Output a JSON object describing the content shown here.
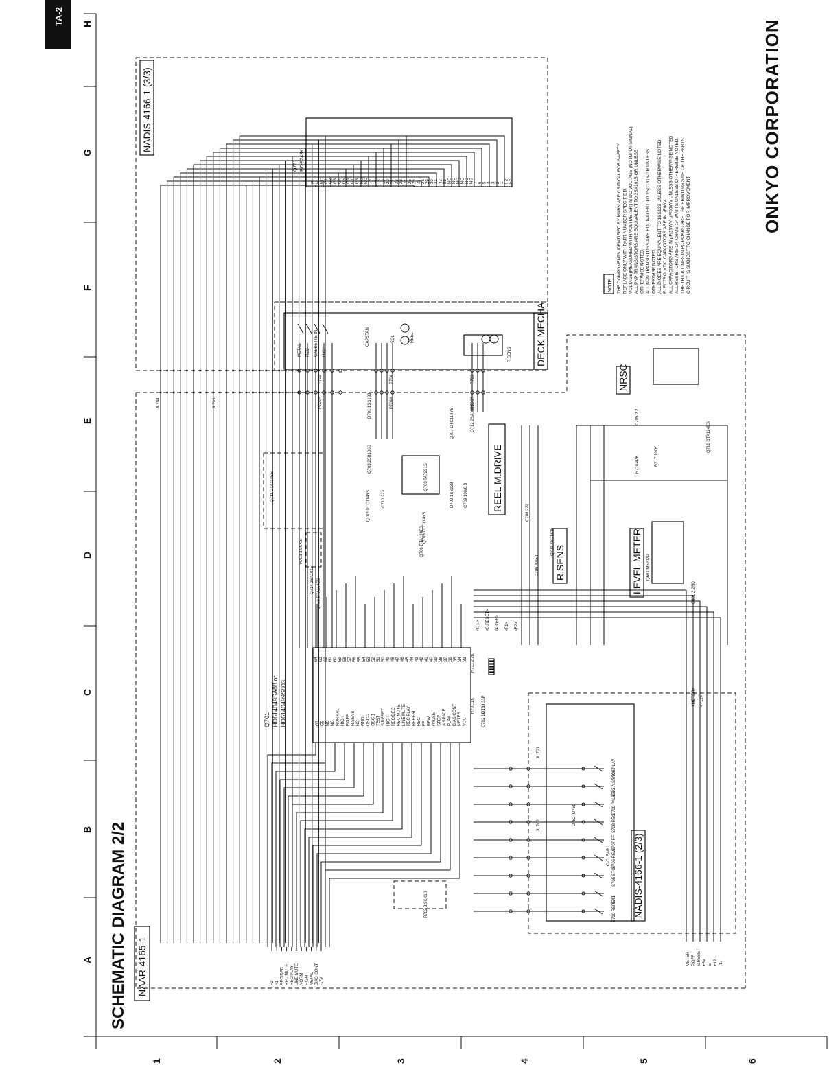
{
  "page": {
    "tab_label": "TA-2",
    "title": "SCHEMATIC DIAGRAM   2/2",
    "brand": "ONKYO CORPORATION"
  },
  "grid": {
    "columns": [
      "A",
      "B",
      "C",
      "D",
      "E",
      "F",
      "G",
      "H"
    ],
    "rows": [
      "1",
      "2",
      "3",
      "4",
      "5",
      "6"
    ]
  },
  "boards": {
    "naar": "NAAR-4165-1",
    "nadis_3_3": "NADIS-4166-1 (3/3)",
    "nadis_2_3": "NADIS-4166-1 (2/3)"
  },
  "blocks": {
    "deck_mecha": "DECK MECHA",
    "reel_m_drive": "REEL M.DRIVE",
    "r_sens": "R.SENS",
    "level_meter": "LEVEL METER",
    "nrsc": "NRSC"
  },
  "ics": {
    "q701_name": "Q701",
    "q701_part_a": "HD614049SA88 or",
    "q701_part_b": "HD6140499S803",
    "q721_name": "Q721",
    "q721_part": "BO-9243K",
    "q601_label": "Q601  M5202P",
    "q708_label": "Q708  TA7291S"
  },
  "components": {
    "q711": "Q711  DTA114ES",
    "q713": "Q713  DTA114ES",
    "q714": "Q714  2SA1015",
    "q702": "Q702  DTC114YS",
    "q703": "Q703  2SB1066",
    "q705": "Q705  DTC114YS",
    "q706": "Q706  DTA124ES",
    "q707": "Q707  DTC114YS",
    "q709": "Q709  2SC1815",
    "q710": "Q710  DTA124ES",
    "q712": "Q712  2SA1015",
    "r703": "R703  3.9KX5",
    "r702": "R702  3.9KX10",
    "r701": "R701  1K",
    "r711": "R711  2.2K",
    "r716": "R716  47K",
    "r717": "R717  100K",
    "c702": "C702  10/16",
    "c703": "C703  33P",
    "c705": "C705  2.2",
    "c706": "C706  47/50",
    "c708": "C708  222",
    "c709": "C709  100/6.3",
    "c710": "C710  223",
    "c601": "C601  2.2/50",
    "d701": "D701  1SS133",
    "d702": "D702  1SS133",
    "p702": "P702",
    "p703": "P703",
    "p704": "P704",
    "p705": "P705",
    "p702a": "P702A",
    "p703a": "P703A",
    "p704a": "P704A",
    "jl701": "JL 701",
    "jl702": "JL 702",
    "jl703": "JL703",
    "jl704": "JL704"
  },
  "switches": [
    "S704  PLAY",
    "S703  A.SPACE",
    "S709  PAUSE",
    "S708  REC",
    "S707  FF",
    "S706  REW",
    "S705  STOP",
    "S711",
    "S710  REPEAT"
  ],
  "switch_extra": [
    "D751",
    "D752",
    "C-CLEAR"
  ],
  "deck": {
    "sw_labels": [
      "METAL",
      "REC",
      "CASSETTE IN",
      "HIGH"
    ],
    "motor_labels": [
      "CAPSTAN",
      "SOL",
      "REEL"
    ],
    "sensor": "R.SENS"
  },
  "left_signals": [
    "F2",
    "F1",
    "REC/DEC",
    "REC MUTE",
    "REC/PLAY",
    "LINE MUTE",
    "NORM",
    "HIGH",
    "METAL",
    "BIAS CONT",
    "-17V"
  ],
  "bottom_signals": [
    "METER",
    "P.OFF",
    "S.RESET",
    "+5V",
    "E",
    "+12",
    "-17"
  ],
  "bus_signals": [
    "<P.T.>",
    "<S.RESET>",
    "<P.OFF>",
    "<F1>",
    "<F2>",
    "<METER>",
    "<+12>"
  ],
  "q721_pins": [
    "F1",
    "F1",
    "NC",
    "G1",
    "G2",
    "G3",
    "G4",
    "G5",
    "G6",
    "G7",
    "G8",
    "NC",
    "NC",
    "16",
    "17",
    "18",
    "19",
    "20",
    "21",
    "22",
    "23",
    "24",
    "25",
    "26",
    "27",
    "28",
    "29",
    "30",
    "31",
    "32",
    "33",
    "NC",
    "NC",
    "NC",
    "NC",
    "NC",
    "NC",
    "7",
    "6",
    "5",
    "4",
    "3",
    "2",
    "1",
    "F2",
    "F2"
  ],
  "q701_left_pins": [
    "G7",
    "G8",
    "NC",
    "NC",
    "NORMAL",
    "HIGH",
    "P.OFF",
    "R.SENS",
    "NC",
    "GND",
    "OSC-2",
    "OSC-1",
    "TEST",
    "S.RESET",
    "HIGH",
    "REC/DEC",
    "REC MUTE",
    "LINE MUTE",
    "REC PLAY",
    "REPEAT",
    "REC",
    "FF",
    "REW",
    "PAUSE",
    "STOP",
    "A.SPACE",
    "PLAY",
    "BIAS CONT",
    "METER",
    "VCC"
  ],
  "q701_right_pins": [
    "64",
    "63",
    "62",
    "61",
    "60",
    "59",
    "58",
    "57",
    "56",
    "55",
    "54",
    "53",
    "52",
    "51",
    "50",
    "49",
    "48",
    "47",
    "46",
    "45",
    "44",
    "43",
    "42",
    "41",
    "40",
    "39",
    "38",
    "37",
    "36",
    "35",
    "34",
    "33"
  ],
  "notes": {
    "heading": "NOTE",
    "lines": [
      "THE COMPONENTS IDENTIFIED BY MARK ARE CRITICAL FOR SAFETY.",
      "REPLACE ONLY WITH PART NUMBER SPECIFIED.",
      "VOLTAGE(MEASURED WITH VOLTMETER) IS DC VOLTAGE (NO INPUT SIGNAL)",
      "ALL PNP TRANSISTORS ARE EQUIVALENT TO 2SA1015-GR UNLESS",
      "OTHERWISE NOTED.",
      "ALL NPN TRANSISTORS ARE EQUIVALENT TO 2SC1815-GR UNLESS",
      "OTHERWISE NOTED.",
      "ALL DIODES ARE EQUIVALENT TO 1SS133 UNLESS OTHERWISE NOTED.",
      "ELECTROLYTIC CAPACITORS ARE IN uF/WV.",
      "ALL CAPACITORS ARE IN pF/25WV, uF/50WV UNLESS OTHERWISE NOTED.",
      "ALL RESISTORS ARE 1/4 OHMS 1/4 WATTS UNLESS OTHERWISE NOTED.",
      "THE THICK LINES IN PC BOARD ARE THE PRINTING SIDE OF THE PARTS.",
      "CIRCUIT IS SUBJECT TO CHANGE FOR IMPROVEMENT."
    ]
  }
}
